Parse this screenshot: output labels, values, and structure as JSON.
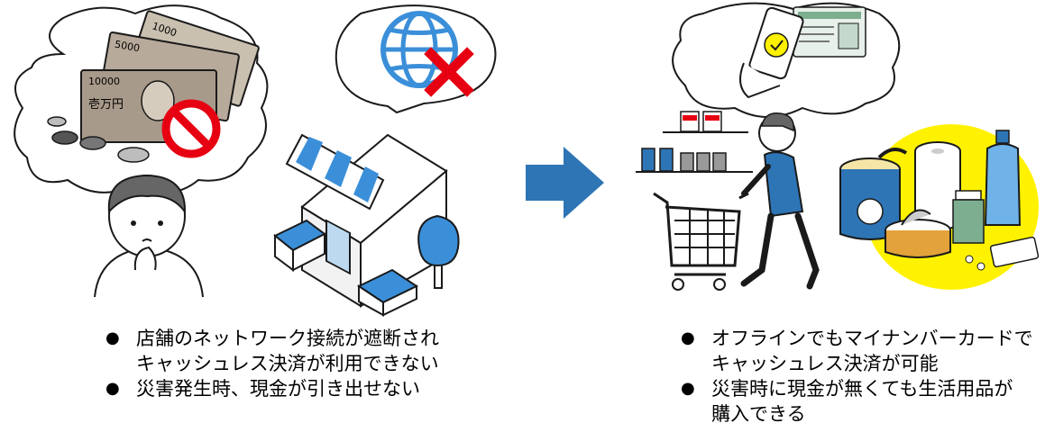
{
  "left_panel": {
    "bullets": [
      {
        "lines": [
          "店舗のネットワーク接続が遮断され",
          "キャッシュレス決済が利用できない"
        ]
      },
      {
        "lines": [
          "災害発生時、現金が引き出せない"
        ]
      }
    ],
    "banknotes": {
      "note_back": "1000",
      "note_middle": "5000",
      "note_front_number": "10000",
      "note_front_label": "壱万円"
    }
  },
  "right_panel": {
    "bullets": [
      {
        "lines": [
          "オフラインでもマイナンバーカードで",
          "キャッシュレス決済が可能"
        ]
      },
      {
        "lines": [
          "災害時に現金が無くても生活用品が",
          "購入できる"
        ]
      }
    ]
  },
  "colors": {
    "accent_blue": "#2e75b6",
    "light_blue": "#3b8fd9",
    "forbidden_red": "#e60012",
    "highlight_yellow": "#fff200",
    "outline": "#1a1a1a"
  },
  "icons": [
    "globe-icon",
    "cross-mark-icon",
    "prohibited-icon",
    "arrow-right-icon",
    "shopping-cart-icon",
    "smartphone-icon",
    "id-card-icon"
  ]
}
